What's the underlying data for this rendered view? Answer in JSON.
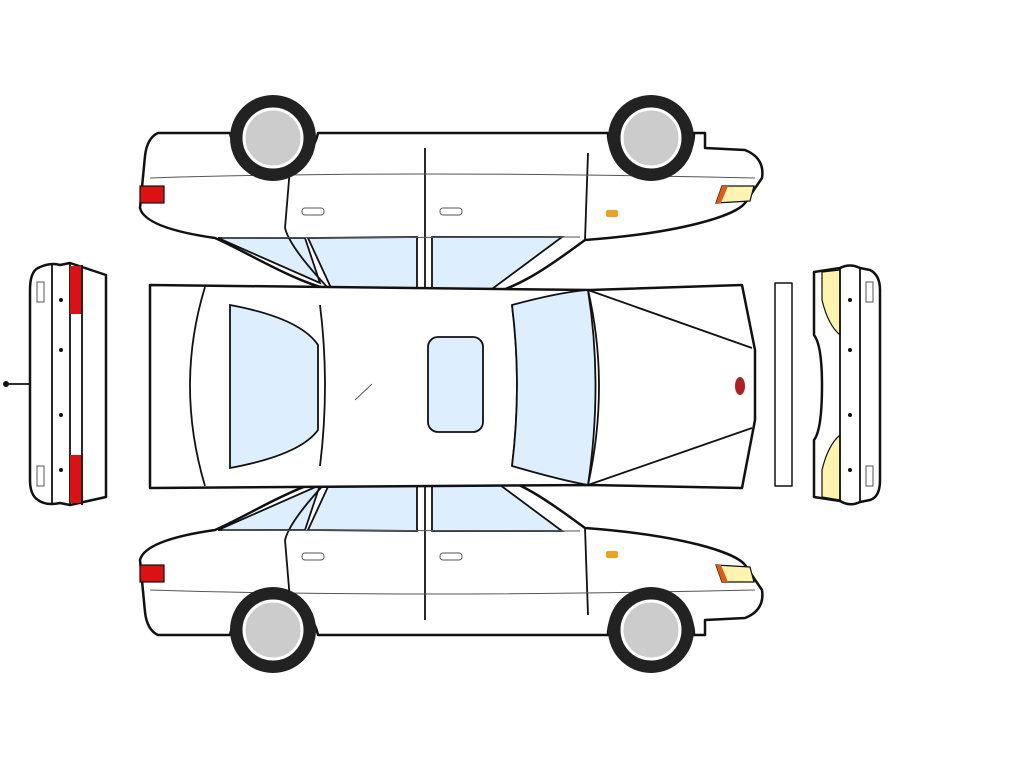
{
  "diagram": {
    "subject": "car-damage-inspection-layout",
    "views": [
      "left-side",
      "top",
      "right-side",
      "rear",
      "front",
      "windshield-strip"
    ],
    "colors": {
      "body": "#ffffff",
      "glass": "#ddeeff",
      "outline": "#111111",
      "tire": "#222222",
      "rim": "#cccccc",
      "rocker": "#666666",
      "tail_light": "#dd1111",
      "head_light": "#fff3b0",
      "marker": "#f0a020",
      "emblem": "#b02020"
    }
  }
}
